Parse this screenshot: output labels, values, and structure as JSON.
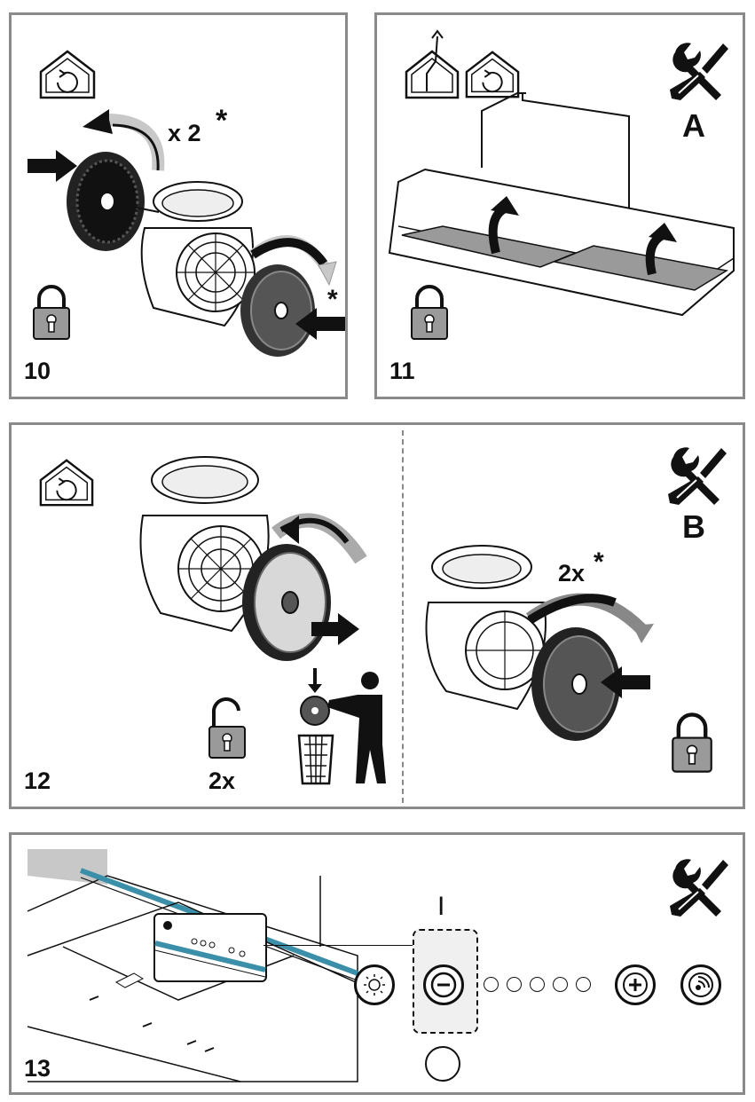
{
  "steps": [
    {
      "number": "10",
      "multiplier": "x 2",
      "asterisk": "*",
      "asterisk2": "*",
      "icons": [
        "house-recirculation-icon",
        "lock-closed-icon"
      ]
    },
    {
      "number": "11",
      "tool_label": "A",
      "icons": [
        "house-extraction-icon",
        "house-recirculation-icon",
        "tools-icon",
        "lock-closed-icon"
      ]
    },
    {
      "number": "12",
      "tool_label": "B",
      "left_multiplier": "2x",
      "right_multiplier": "2x",
      "asterisk": "*",
      "icons": [
        "house-recirculation-icon",
        "lock-open-icon",
        "waste-bin-icon",
        "tools-icon",
        "lock-closed-icon"
      ]
    },
    {
      "number": "13",
      "icons": [
        "tools-icon",
        "light-icon",
        "minus-icon",
        "plus-icon",
        "boost-icon"
      ]
    }
  ],
  "control_panel": {
    "power_indicator": "I",
    "buttons": [
      "light",
      "minus",
      "plus",
      "boost"
    ],
    "led_count": 5
  },
  "colors": {
    "frame": "#8a8a8a",
    "accent": "#3c8fa8",
    "ink": "#111111"
  }
}
